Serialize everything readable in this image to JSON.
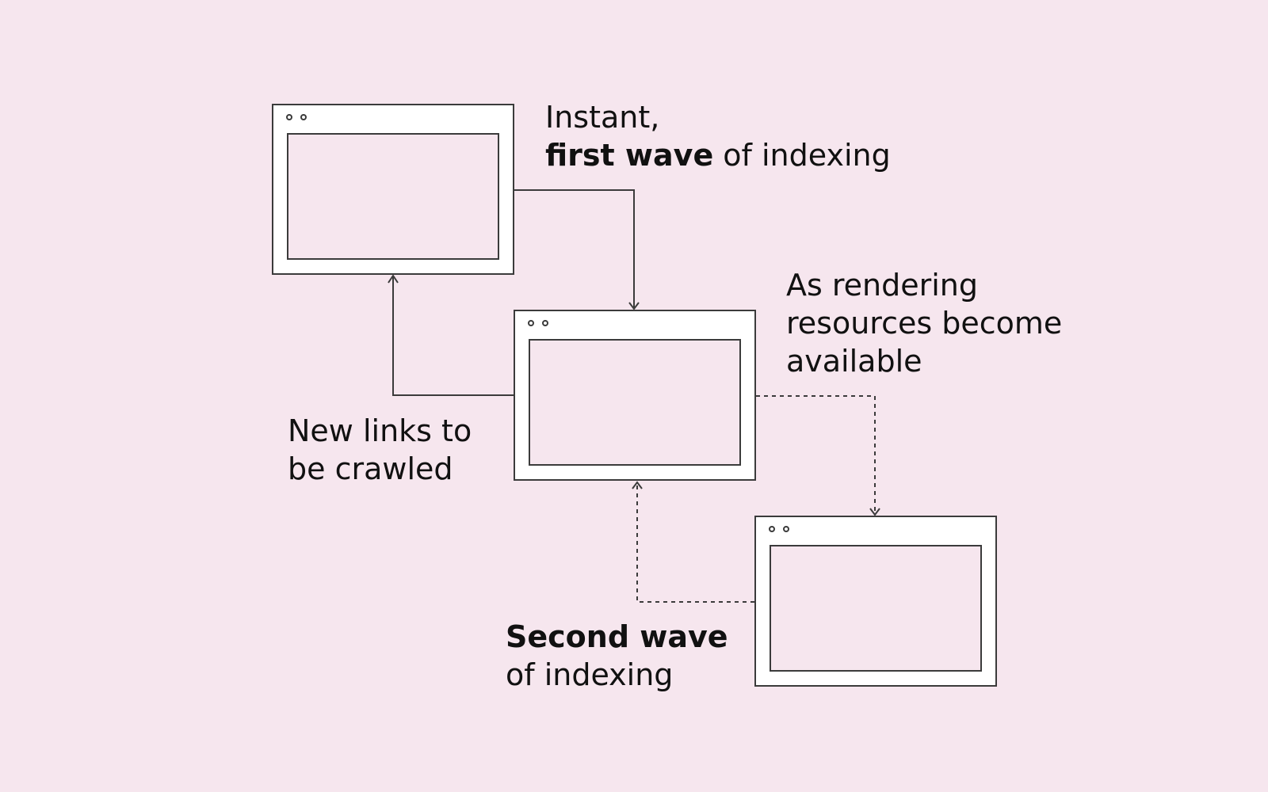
{
  "diagram": {
    "windows": [
      {
        "name": "first-wave-page"
      },
      {
        "name": "render-queue-page"
      },
      {
        "name": "second-wave-page"
      }
    ],
    "labels": {
      "first_wave": {
        "line1": "Instant,",
        "line2_bold": "first wave",
        "line2_rest": " of indexing"
      },
      "rendering": {
        "line1": "As rendering",
        "line2": "resources become",
        "line3": "available"
      },
      "new_links": {
        "line1": "New links to",
        "line2": "be crawled"
      },
      "second_wave": {
        "line1_bold": "Second wave",
        "line2": "of indexing"
      }
    },
    "edges": [
      {
        "from": "first-wave-page",
        "to": "render-queue-page",
        "style": "solid"
      },
      {
        "from": "render-queue-page",
        "to": "first-wave-page",
        "style": "solid"
      },
      {
        "from": "render-queue-page",
        "to": "second-wave-page",
        "style": "dashed"
      },
      {
        "from": "second-wave-page",
        "to": "render-queue-page",
        "style": "dashed"
      }
    ],
    "colors": {
      "background": "#f6e6ee",
      "stroke": "#3b3b3b",
      "text": "#111111"
    }
  }
}
